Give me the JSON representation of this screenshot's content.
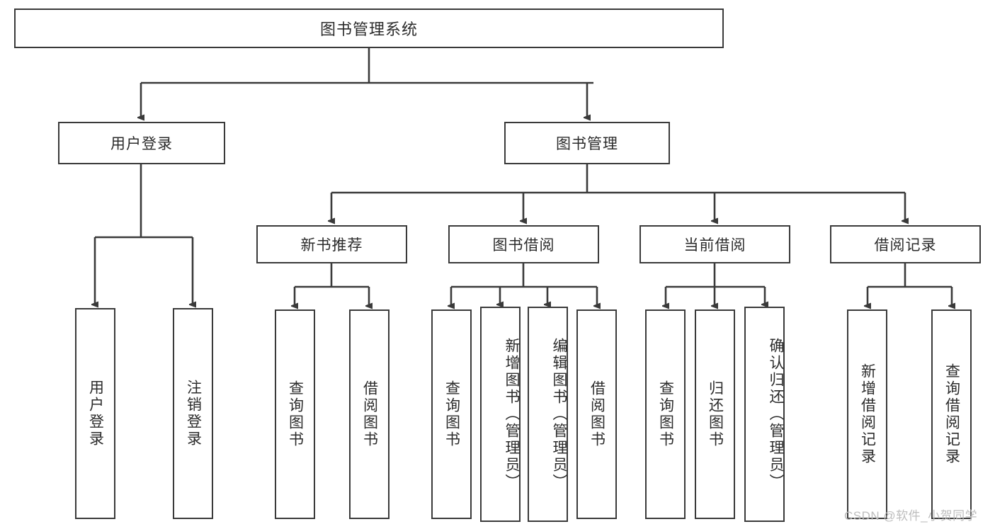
{
  "diagram": {
    "title": "图书管理系统",
    "type": "tree",
    "colors": {
      "line": "#3a3a3a",
      "box_fill": "#ffffff",
      "text": "#2b2b2b",
      "watermark": "#bdbdbd"
    },
    "levels": {
      "root": {
        "label": "图书管理系统"
      },
      "level2": [
        {
          "label": "用户登录"
        },
        {
          "label": "图书管理"
        }
      ],
      "level3": [
        {
          "label": "新书推荐"
        },
        {
          "label": "图书借阅"
        },
        {
          "label": "当前借阅"
        },
        {
          "label": "借阅记录"
        }
      ],
      "leaves_user_login": [
        {
          "label": "用户登录"
        },
        {
          "label": "注销登录"
        }
      ],
      "leaves_new_books": [
        {
          "label": "查询图书"
        },
        {
          "label": "借阅图书"
        }
      ],
      "leaves_book_borrow": [
        {
          "label": "查询图书"
        },
        {
          "label": "新增图书（管理员）"
        },
        {
          "label": "编辑图书（管理员）"
        },
        {
          "label": "借阅图书"
        }
      ],
      "leaves_current_borrow": [
        {
          "label": "查询图书"
        },
        {
          "label": "归还图书"
        },
        {
          "label": "确认归还（管理员）"
        }
      ],
      "leaves_borrow_records": [
        {
          "label": "新增借阅记录"
        },
        {
          "label": "查询借阅记录"
        }
      ]
    }
  },
  "watermark": {
    "text": "CSDN @软件_小贺同学"
  }
}
